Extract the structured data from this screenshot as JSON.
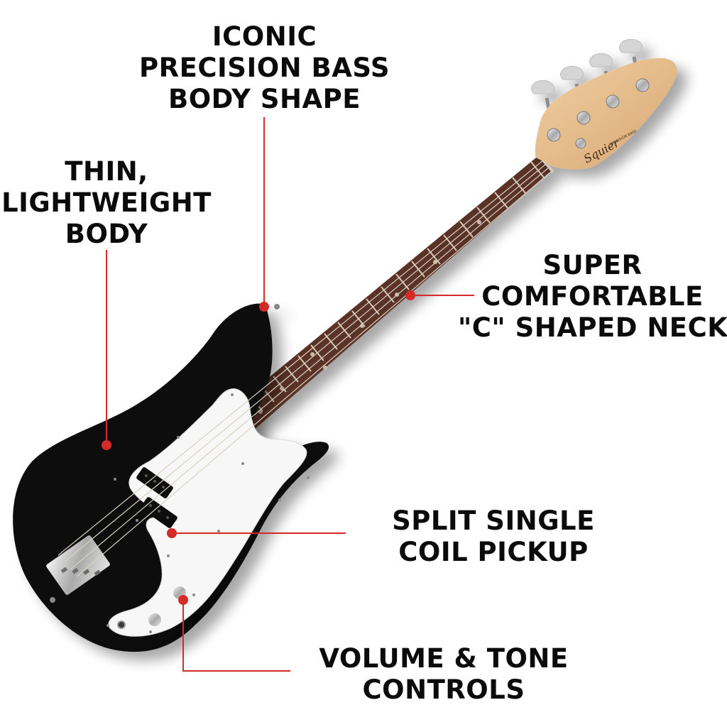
{
  "product": {
    "brand_logo": "Squier",
    "model_text": "PRECISION BASS",
    "body_color": "#0a0a0a",
    "pickguard_color": "#f7f7f7",
    "fretboard_color": "#5a3325",
    "headstock_color": "#e2b98c",
    "hardware_color": "#c9c9c9"
  },
  "accent_color": "#d62a28",
  "callouts": [
    {
      "id": "iconic",
      "lines": [
        "ICONIC",
        "PRECISION BASS",
        "BODY SHAPE"
      ]
    },
    {
      "id": "thin",
      "lines": [
        "THIN,",
        "LIGHTWEIGHT",
        "BODY"
      ]
    },
    {
      "id": "neck",
      "lines": [
        "SUPER",
        "COMFORTABLE",
        "\"C\" SHAPED NECK"
      ]
    },
    {
      "id": "pickup",
      "lines": [
        "SPLIT SINGLE",
        "COIL PICKUP"
      ]
    },
    {
      "id": "controls",
      "lines": [
        "VOLUME & TONE",
        "CONTROLS"
      ]
    }
  ]
}
